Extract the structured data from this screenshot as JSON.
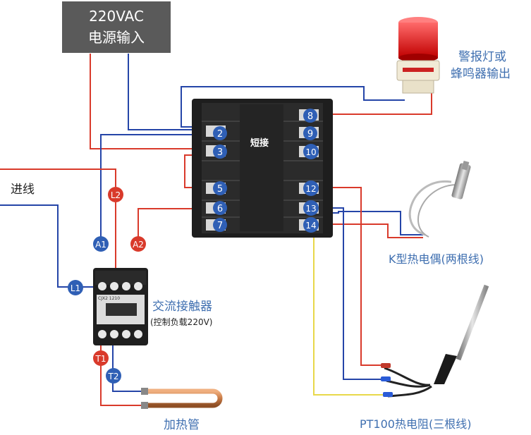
{
  "power_source": {
    "line1": "220VAC",
    "line2": "电源输入"
  },
  "alarm": {
    "line1": "警报灯或",
    "line2": "蜂鸣器输出"
  },
  "controller": {
    "short_label": "短接",
    "terminals": [
      "2",
      "3",
      "5",
      "6",
      "7",
      "8",
      "9",
      "10",
      "12",
      "13",
      "14"
    ]
  },
  "incoming_label": "进线",
  "contactor": {
    "title": "交流接触器",
    "subtitle": "(控制负载220V)",
    "model": "CJX2 1210",
    "tags": [
      "L1",
      "L2",
      "A1",
      "A2",
      "T1",
      "T2"
    ]
  },
  "heater_label": "加热管",
  "thermocouple_label": "K型热电偶(两根线)",
  "pt100_label": "PT100热电阻(三根线)",
  "colors": {
    "red": "#d93a2b",
    "blue": "#2545a8",
    "yellow": "#e8d84a",
    "tag_blue": "#2f5fb5",
    "tag_red": "#d93a2b",
    "label_blue": "#3f6fb0"
  }
}
